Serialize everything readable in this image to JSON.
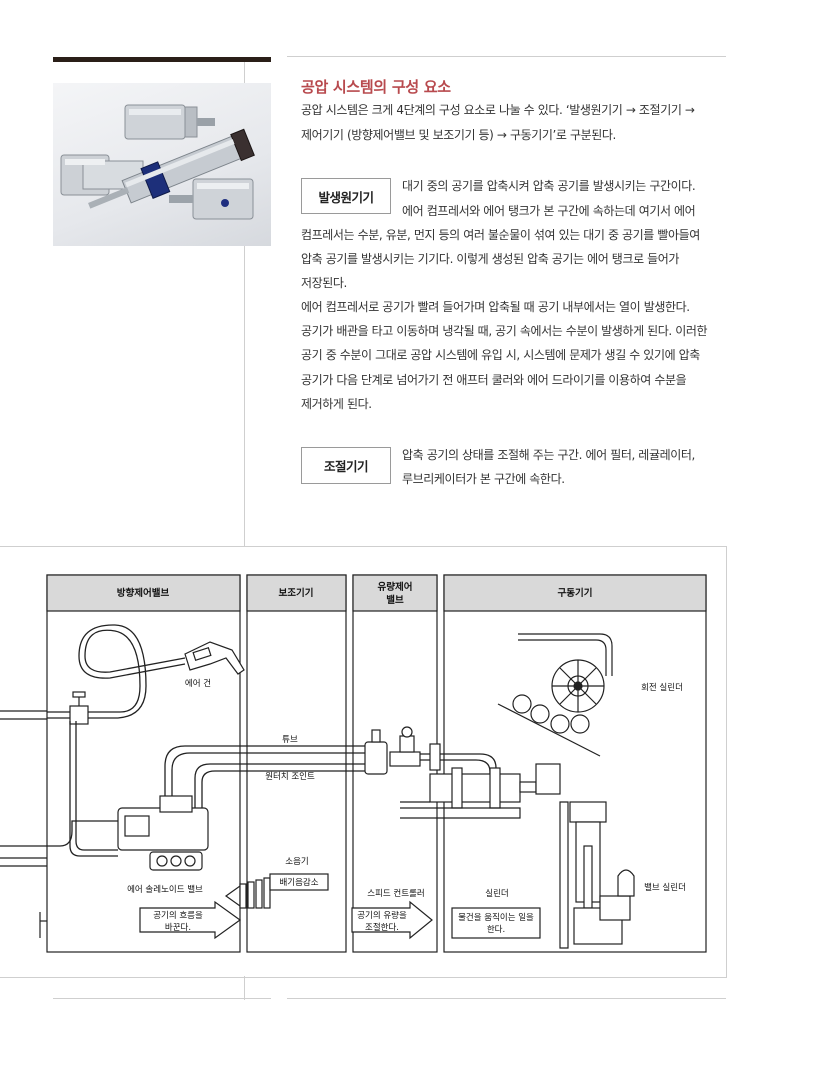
{
  "section": {
    "heading": "공압 시스템의 구성 요소",
    "intro_lines": [
      "공압 시스템은 크게 4단계의 구성 요소로 나눌 수 있다. ‘발생원기기 → 조절기기 →",
      "제어기기 (방향제어밸브 및 보조기기 등) → 구동기기’로 구분된다."
    ]
  },
  "generator": {
    "tag": "발생원기기",
    "lines": [
      "대기 중의 공기를 압축시켜 압축 공기를 발생시키는 구간이다.",
      "에어 컴프레서와 에어 탱크가 본 구간에 속하는데 여기서 에어",
      "컴프레서는 수분, 유분, 먼지 등의 여러 불순물이 섞여 있는 대기 중 공기를 빨아들여",
      "압축 공기를 발생시키는 기기다. 이렇게 생성된 압축 공기는 에어 탱크로 들어가",
      "저장된다.",
      "에어 컴프레서로 공기가 빨려 들어가며 압축될 때 공기 내부에서는 열이 발생한다.",
      "공기가 배관을 타고 이동하며 냉각될 때, 공기 속에서는 수분이 발생하게 된다. 이러한",
      "공기 중 수분이 그대로 공압 시스템에 유입 시, 시스템에 문제가 생길 수 있기에 압축",
      "공기가 다음 단계로 넘어가기 전 애프터 쿨러와 에어 드라이기를 이용하여 수분을",
      "제거하게 된다."
    ]
  },
  "regulator": {
    "tag": "조절기기",
    "lines": [
      "압축 공기의 상태를 조절해 주는 구간. 에어 필터, 레귤레이터,",
      "루브리케이터가 본 구간에 속한다."
    ]
  },
  "diagram": {
    "headers": {
      "direction_valve": "방향제어밸브",
      "auxiliary": "보조기기",
      "flow_valve_1": "유량제어",
      "flow_valve_2": "밸브",
      "actuator": "구동기기"
    },
    "labels": {
      "air_gun": "에어 건",
      "rotary_cylinder": "회전 실린더",
      "tube": "튜브",
      "one_touch_joint": "원터치 조인트",
      "silencer": "소음기",
      "exhaust_reduction": "배기음감소",
      "solenoid_valve": "에어 솔레노이드 밸브",
      "speed_controller": "스피드 컨트롤러",
      "cylinder": "실린더",
      "valve_cylinder": "밸브 실린더"
    },
    "boxes": {
      "solenoid_1": "공기의 흐름을",
      "solenoid_2": "바꾼다.",
      "speed_1": "공기의 유량을",
      "speed_2": "조절한다.",
      "cylinder_1": "물건을 움직이는 일을",
      "cylinder_2": "한다."
    }
  }
}
